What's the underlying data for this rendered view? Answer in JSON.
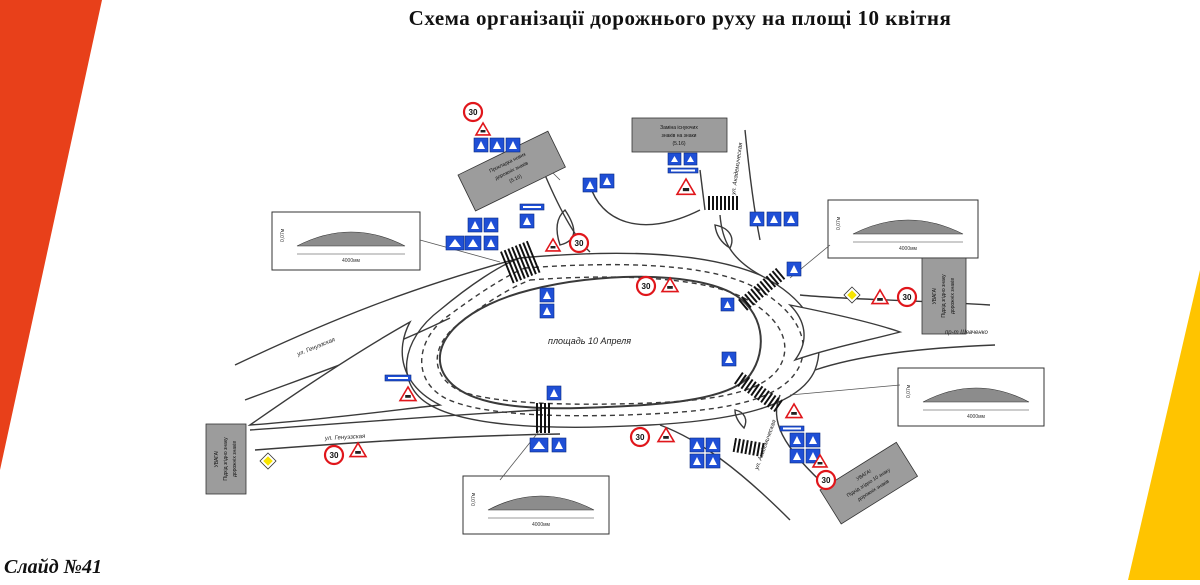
{
  "slide": {
    "title": "Схема організації дорожнього руху  на площі 10 квітня",
    "number_label": "Слайд №41"
  },
  "diagram": {
    "square_label": "площадь 10 Апреля",
    "streets": {
      "genuezskaya_top": "ул. Генуэзская",
      "genuezskaya_bottom": "ул. Генуэзская",
      "akademicheskaya_top": "ул. Академическая",
      "akademicheskaya_bottom": "ул. Академическая",
      "shevchenko": "пр-т Шевченко"
    },
    "speed_limit": "30",
    "hump_length_label": "4000мм",
    "hump_side_label": "0,07м",
    "notes": {
      "top_left": [
        "Прокладка нових",
        "дорожніх знаків",
        "(5.16)"
      ],
      "top_center": [
        "Заміна існуючих",
        "знаків на знаки",
        "(5.16)"
      ],
      "right": [
        "УВАГА!",
        "Підхід згідно знаку",
        "дорожніх знаків"
      ],
      "left": [
        "УВАГА!",
        "Підхід згідно знаку",
        "дорожніх знаків"
      ],
      "bottom_right": [
        "УВАГА!",
        "Підхід згідно 10 знаку",
        "дорожніх знаків"
      ]
    }
  },
  "colors": {
    "sign_blue": "#1f4fd6",
    "sign_red": "#e0161b",
    "road_line": "#3a3a3a",
    "note_fill": "#9c9c9c",
    "hump_fill": "#8c8c8c",
    "deco_red": "#e8401a",
    "deco_yellow": "#ffc400"
  }
}
